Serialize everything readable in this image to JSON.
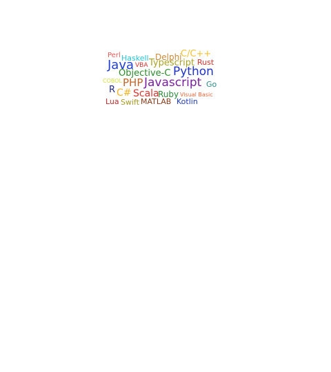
{
  "words": [
    {
      "id": "perl",
      "text": "Perl",
      "color": "#e85a5a"
    },
    {
      "id": "haskell",
      "text": "Haskell",
      "color": "#29c6d6"
    },
    {
      "id": "delphi",
      "text": "Delphi",
      "color": "#c98a3a"
    },
    {
      "id": "cpp",
      "text": "C/C++",
      "color": "#f2c230"
    },
    {
      "id": "java",
      "text": "Java",
      "color": "#1f3ed6"
    },
    {
      "id": "vba",
      "text": "VBA",
      "color": "#d8322e"
    },
    {
      "id": "typescript",
      "text": "Typescript",
      "color": "#a8a222"
    },
    {
      "id": "rust",
      "text": "Rust",
      "color": "#d9342b"
    },
    {
      "id": "objective-c",
      "text": "Objective-C",
      "color": "#2a8a2a"
    },
    {
      "id": "python",
      "text": "Python",
      "color": "#1f32c9"
    },
    {
      "id": "cobol",
      "text": "COBOL",
      "color": "#d3e04a"
    },
    {
      "id": "php",
      "text": "PHP",
      "color": "#c2652a"
    },
    {
      "id": "javascript",
      "text": "Javascript",
      "color": "#7a1fa0"
    },
    {
      "id": "go",
      "text": "Go",
      "color": "#2a8a8a"
    },
    {
      "id": "r",
      "text": "R",
      "color": "#1f2a8a"
    },
    {
      "id": "csharp",
      "text": "C#",
      "color": "#f2b62a"
    },
    {
      "id": "scala",
      "text": "Scala",
      "color": "#d8342a"
    },
    {
      "id": "ruby",
      "text": "Ruby",
      "color": "#2a8a3a"
    },
    {
      "id": "visual-basic",
      "text": "Visual Basic",
      "color": "#e8683a"
    },
    {
      "id": "lua",
      "text": "Lua",
      "color": "#c22a2a"
    },
    {
      "id": "swift",
      "text": "Swift",
      "color": "#a89a2a"
    },
    {
      "id": "matlab",
      "text": "MATLAB",
      "color": "#8a3a1a"
    },
    {
      "id": "kotlin",
      "text": "Kotlin",
      "color": "#1f3ac2"
    }
  ]
}
